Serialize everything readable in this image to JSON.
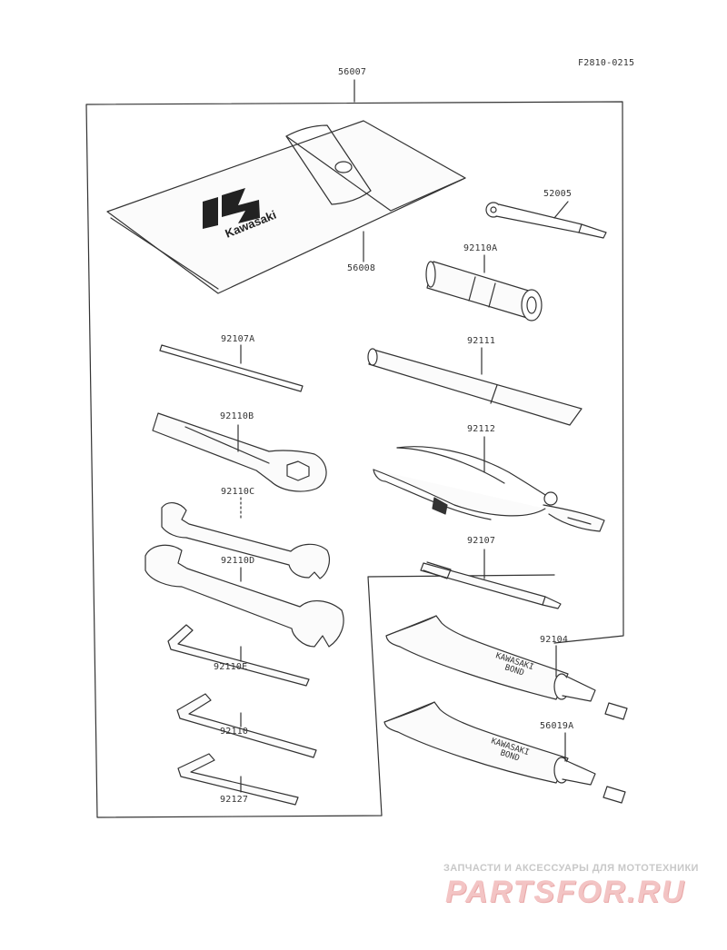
{
  "diagram": {
    "ref_code": "F2810-0215",
    "set_part_number": "56007",
    "parts": {
      "p56008": "56008",
      "p52005": "52005",
      "p92110A": "92110A",
      "p92107A": "92107A",
      "p92111": "92111",
      "p92110B": "92110B",
      "p92112": "92112",
      "p92110C": "92110C",
      "p92110D": "92110D",
      "p92107": "92107",
      "p92104": "92104",
      "p92110E": "92110E",
      "p56019A": "56019A",
      "p92110": "92110",
      "p92127": "92127"
    },
    "pouch_brand": "Kawasaki",
    "tube_text_line1": "KAWASAKI",
    "tube_text_line2": "BOND"
  },
  "watermark": {
    "line1": "ЗАПЧАСТИ И АКСЕССУАРЫ ДЛЯ МОТОТЕХНИКИ",
    "line2": "PARTSFOR.RU"
  }
}
